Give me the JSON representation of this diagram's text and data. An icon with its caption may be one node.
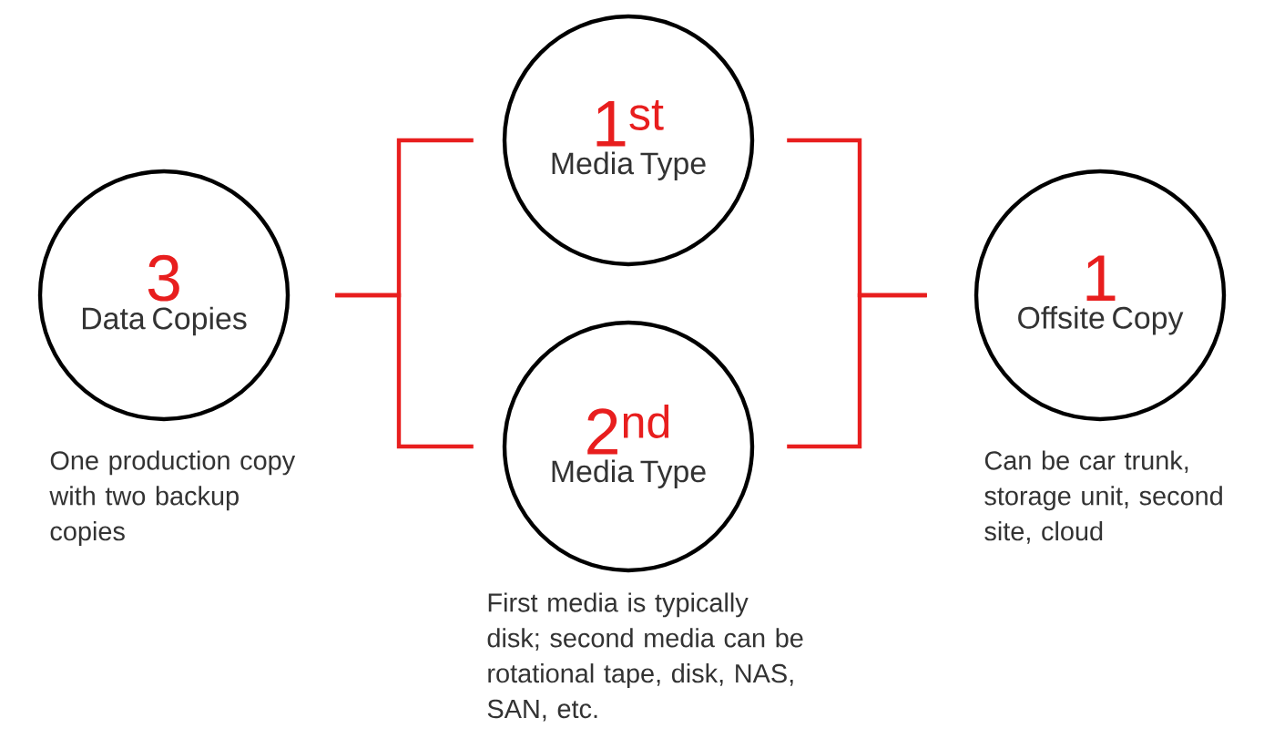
{
  "diagram": {
    "nodes": [
      {
        "text": [
          "3",
          "Data Copies"
        ],
        "beside": [
          "One production copy with two backup copies"
        ]
      },
      {
        "text": [
          "1$^{st}$",
          "Media Type"
        ]
      },
      {
        "text": [
          "2$^{nd}$",
          "Media Type"
        ],
        "beside": [
          "First media is typically disk; second media can be rotational tape, disk, NAS, SAN, etc."
        ]
      },
      {
        "text": [
          "1",
          "Offsite Copy"
        ],
        "beside": [
          "Can be car trunk, storage unit, second site, cloud"
        ]
      }
    ],
    "edges": [
      {
        "from": 0,
        "to": 1,
        "arrow": "none"
      },
      {
        "from": 0,
        "to": 2,
        "arrow": "none"
      },
      {
        "from": 1,
        "to": 3,
        "arrow": "none"
      },
      {
        "from": 2,
        "to": 3,
        "arrow": "none"
      }
    ]
  }
}
